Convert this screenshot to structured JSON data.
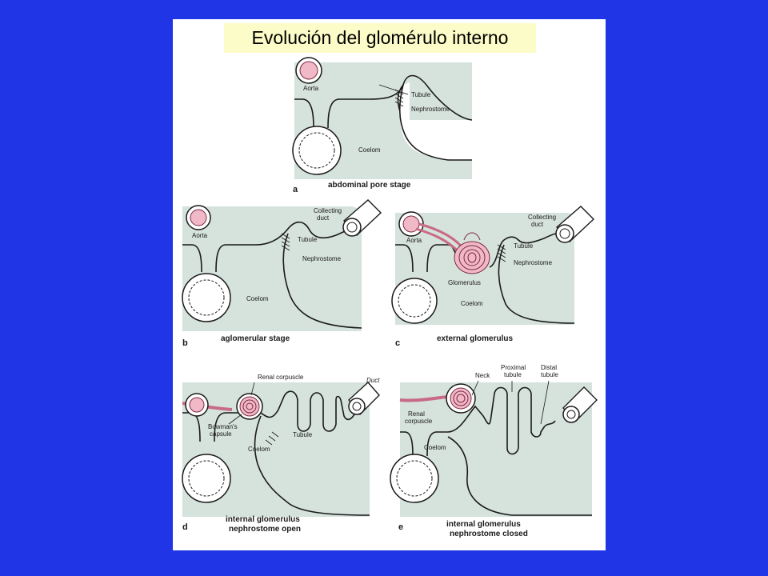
{
  "title": "Evolución del glomérulo interno",
  "panels": {
    "a": {
      "letter": "a",
      "caption": "abdominal pore stage",
      "labels": {
        "aorta": "Aorta",
        "tubule": "Tubule",
        "nephrostome": "Nephrostome",
        "coelom": "Coelom"
      }
    },
    "b": {
      "letter": "b",
      "caption": "aglomerular stage",
      "labels": {
        "aorta": "Aorta",
        "collecting_1": "Collecting",
        "collecting_2": "duct",
        "tubule": "Tubule",
        "nephrostome": "Nephrostome",
        "coelom": "Coelom"
      }
    },
    "c": {
      "letter": "c",
      "caption": "external glomerulus",
      "labels": {
        "aorta": "Aorta",
        "collecting_1": "Collecting",
        "collecting_2": "duct",
        "tubule": "Tubule",
        "nephrostome": "Nephrostome",
        "glomerulus": "Glomerulus",
        "coelom": "Coelom"
      }
    },
    "d": {
      "letter": "d",
      "caption_line1": "internal glomerulus",
      "caption_line2": "nephrostome open",
      "labels": {
        "renal_corpuscle": "Renal corpuscle",
        "duct": "Duct",
        "bowmans_1": "Bowman's",
        "bowmans_2": "capsule",
        "tubule": "Tubule",
        "coelom": "Coelom"
      }
    },
    "e": {
      "letter": "e",
      "caption_line1": "internal glomerulus",
      "caption_line2": "nephrostome closed",
      "labels": {
        "proximal_1": "Proximal",
        "proximal_2": "tubule",
        "distal_1": "Distal",
        "distal_2": "tubule",
        "neck": "Neck",
        "renal_1": "Renal",
        "renal_2": "corpuscle",
        "coelom": "Coelom"
      }
    }
  },
  "colors": {
    "background": "#1f35e6",
    "title_box": "#fcfcc8",
    "tissue": "#d6e2dc",
    "blood": "#f1b8c8"
  }
}
